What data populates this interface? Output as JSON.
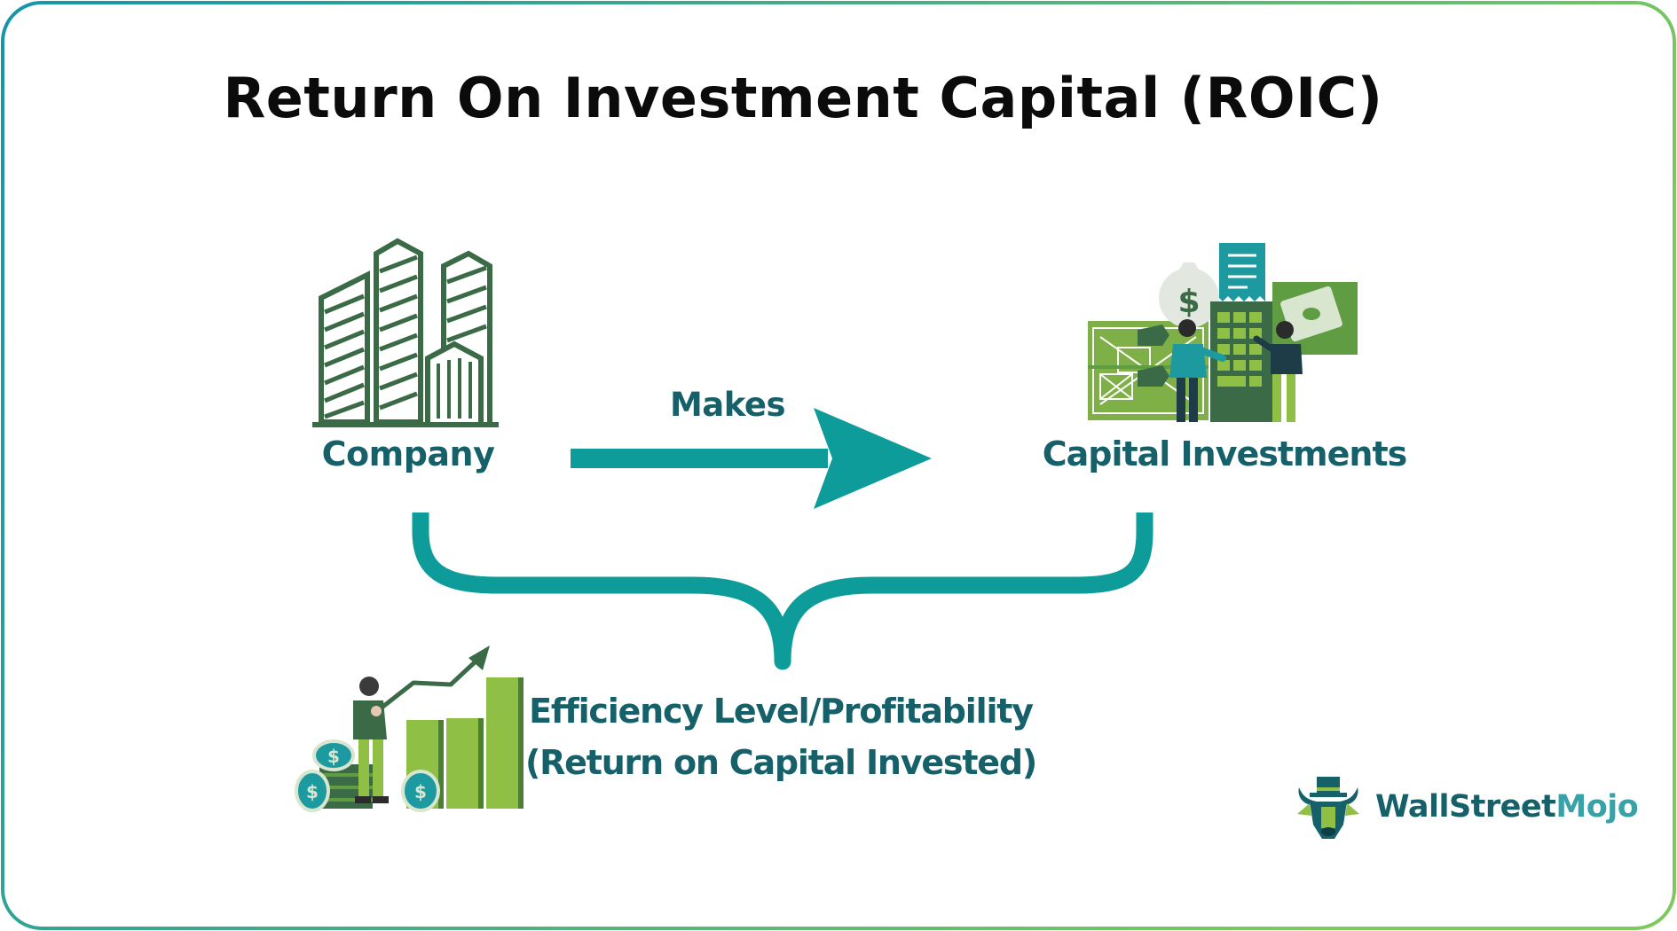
{
  "title": "Return On Investment Capital (ROIC)",
  "labels": {
    "company": "Company",
    "makes": "Makes",
    "capital": "Capital Investments",
    "efficiency_line1": "Efficiency Level/Profitability",
    "efficiency_line2": "(Return on Capital Invested)"
  },
  "brand": {
    "part1": "WallStreet",
    "part2": "Mojo"
  },
  "icons": {
    "company": "buildings-icon",
    "capital": "capital-investments-icon",
    "efficiency": "growth-chart-icon",
    "brand": "bull-logo-icon"
  },
  "colors": {
    "border_start": "#1495a8",
    "border_end": "#7dc95e",
    "teal": "#0e9c9a",
    "label": "#16606a",
    "dark_green": "#3b6b46",
    "mid_green": "#5f9c42",
    "light_green": "#8fbf45"
  }
}
